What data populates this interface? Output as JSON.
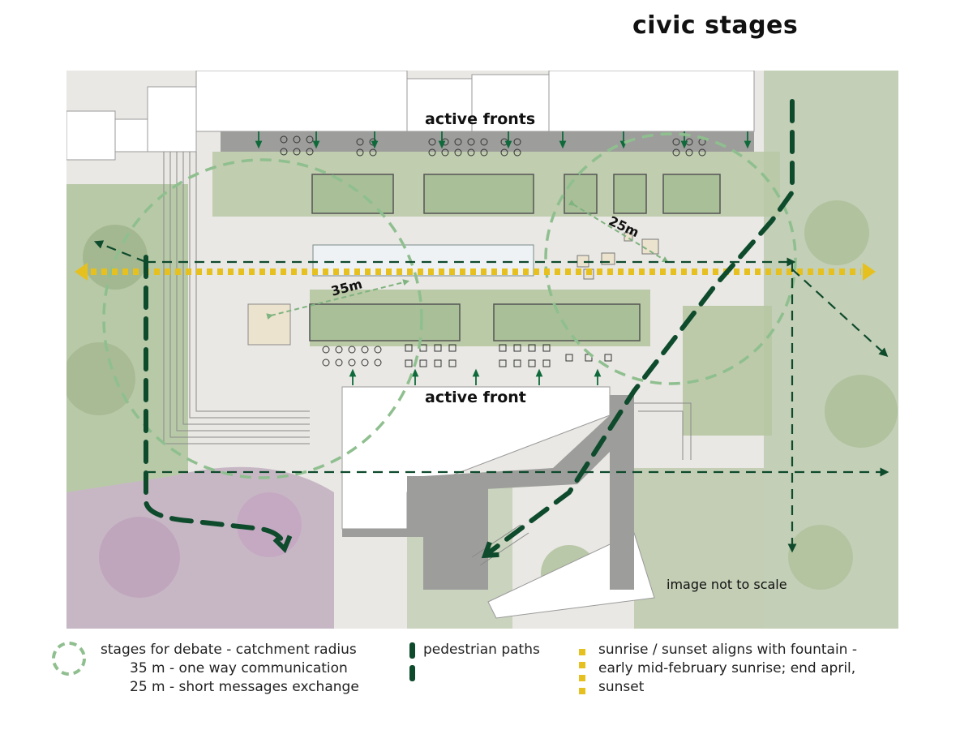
{
  "title": "civic stages",
  "labels": {
    "active_fronts": "active fronts",
    "active_front": "active front",
    "radius_35": "35m",
    "radius_25": "25m",
    "scale_note": "image not to scale"
  },
  "legend": {
    "catchment": {
      "line1": "stages for debate - catchment radius",
      "line2": "35 m - one way communication",
      "line3": "25 m - short messages exchange"
    },
    "paths": {
      "label": "pedestrian paths"
    },
    "sun": {
      "line1": "sunrise / sunset aligns with fountain -",
      "line2": "early mid-february sunrise; end april,",
      "line3": "sunset"
    }
  },
  "colors": {
    "catchment_circle": "#8fbf8f",
    "pedestrian_path": "#0e4a2c",
    "sun_axis": "#e6c01e",
    "vegetation": "#a9bf98",
    "building": "#ffffff",
    "paving": "#e9e8e4"
  },
  "icons": [
    "dashed-circle-icon",
    "dash-line-icon",
    "yellow-dot-icon",
    "arrow-icon",
    "double-arrow-icon"
  ]
}
